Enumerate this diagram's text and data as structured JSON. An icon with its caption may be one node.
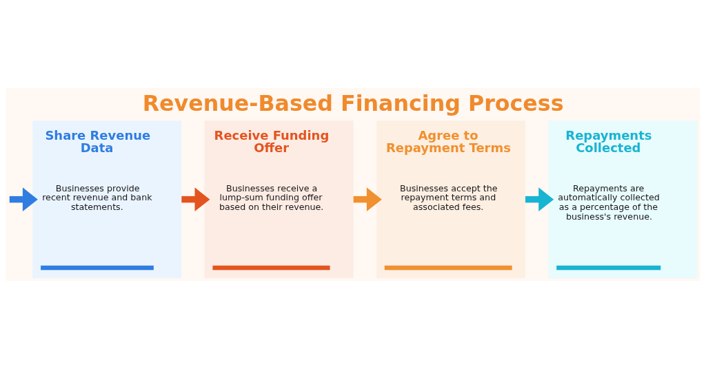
{
  "diagram": {
    "title": "Revenue-Based Financing Process",
    "nodes": [
      {
        "text": [
          "Share Revenue Data",
          "Businesses provide recent revenue and bank statements."
        ]
      },
      {
        "text": [
          "Receive Funding Offer",
          "Businesses receive a lump-sum funding offer based on their revenue."
        ]
      },
      {
        "text": [
          "Agree to Repayment Terms",
          "Businesses accept the repayment terms and associated fees."
        ]
      },
      {
        "text": [
          "Repayments Collected",
          "Repayments are automatically collected as a percentage of the business's revenue."
        ]
      }
    ],
    "edges": [
      {
        "from": null,
        "to": 0,
        "arrow": "to",
        "color": "#2f7de1"
      },
      {
        "from": 0,
        "to": 1,
        "arrow": "to",
        "color": "#e4541f"
      },
      {
        "from": 1,
        "to": 2,
        "arrow": "to",
        "color": "#f0902e"
      },
      {
        "from": 2,
        "to": 3,
        "arrow": "to",
        "color": "#18b4d2"
      }
    ]
  }
}
